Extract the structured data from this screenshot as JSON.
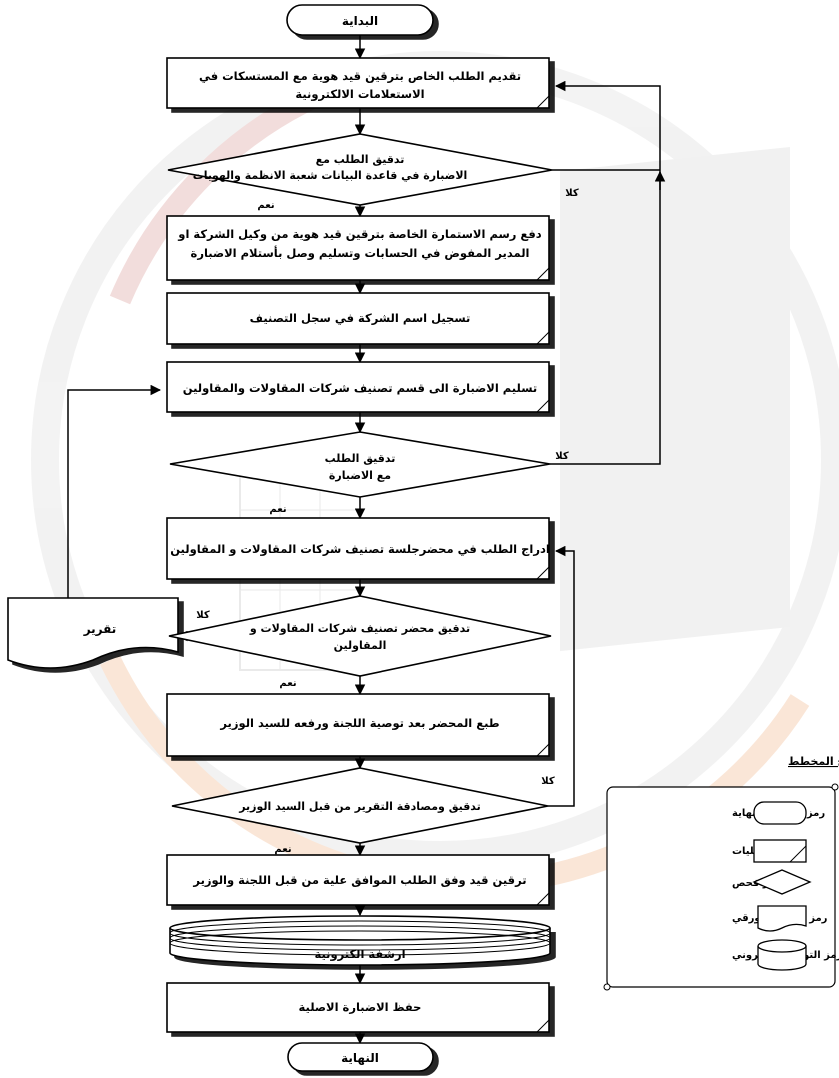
{
  "flow": {
    "start": "البداية",
    "step1": {
      "line1": "تقديم الطلب الخاص بترقين قيد هوية مع المستسكات في",
      "line2": "الاستعلامات الالكترونية"
    },
    "check1": {
      "line1": "تدقيق الطلب مع",
      "line2": "الاضبارة في  قاعدة البيانات شعبة الانظمة والهويات"
    },
    "check1_no": "كلا",
    "check1_yes": "نعم",
    "step2": {
      "line1": "دفع رسم الاستمارة الخاصة بترقين قيد هوية من وكيل الشركة او",
      "line2": "المدير المفوض في الحسابات وتسليم وصل بأستلام الاضبارة"
    },
    "step3": "تسجيل اسم الشركة في سجل التصنيف",
    "step4": "تسليم الاضبارة الى قسم تصنيف شركات المقاولات والمقاولين",
    "check2": {
      "line1": "تدقيق الطلب",
      "line2": "مع الاضبارة"
    },
    "check2_no": "كلا",
    "check2_yes": "نعم",
    "step5": "ادراج الطلب في محضرجلسة تصنيف شركات المقاولات و المقاولين",
    "check3": {
      "line1": "تدقيق محضر تصنيف شركات المقاولات و",
      "line2": "المقاولين"
    },
    "check3_no": "كلا",
    "check3_yes": "نعم",
    "report": "تقرير",
    "step6": "طبع المحضر بعد توصية اللجنة ورفعه للسيد الوزير",
    "check4": "تدقيق ومصادقة التقرير من قبل السيد الوزير",
    "check4_no": "كلا",
    "check4_yes": "نعم",
    "step7": "ترقين قيد وفق الطلب الموافق علية من قبل اللجنة والوزير",
    "archive": "ارشفة الكترونية",
    "step8": "حفظ الاضبارة الاصلية",
    "end": "النهاية"
  },
  "legend": {
    "title": "مفاتيح المخطط",
    "items": [
      {
        "label": "رمز البداية والنهاية",
        "symbol": "terminator"
      },
      {
        "label": "رمز العمليات",
        "symbol": "process"
      },
      {
        "label": "رمز فحص",
        "symbol": "decision"
      },
      {
        "label": "رمز التوثيق الورقي",
        "symbol": "document"
      },
      {
        "label": "رمز التوثيق الالكتروني",
        "symbol": "database"
      }
    ]
  },
  "colors": {
    "stroke": "#000000",
    "fill": "#ffffff",
    "watermark_red": "#e8b8b4",
    "watermark_orange": "#f7d9b0",
    "watermark_gray": "#d9d9d9"
  }
}
